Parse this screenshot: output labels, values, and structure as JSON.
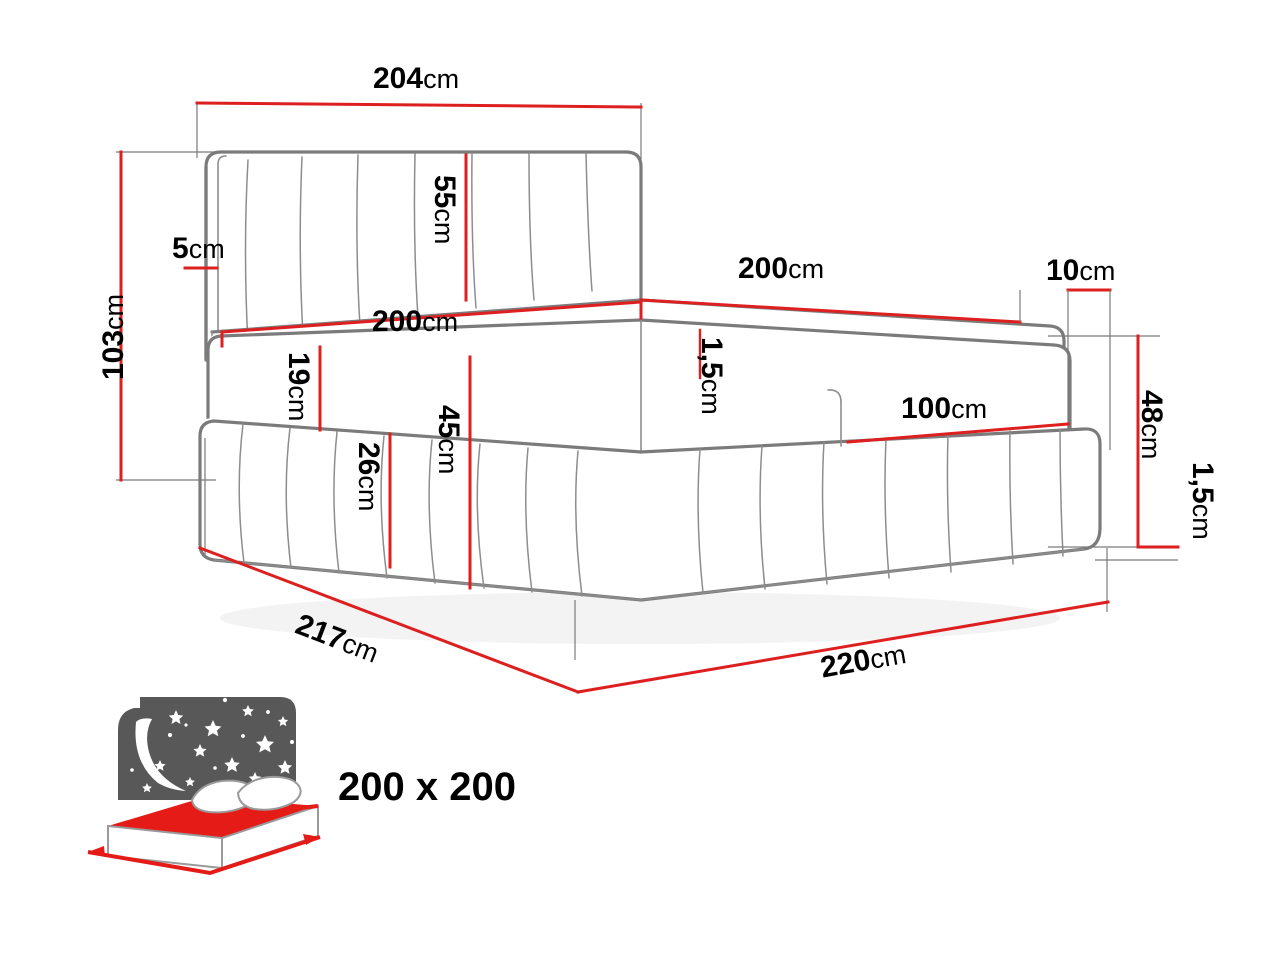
{
  "diagram": {
    "type": "furniture-dimension-drawing",
    "subject": "upholstered box-spring bed with headboard",
    "unit_suffix": "cm",
    "colors": {
      "dimension_red": "#dd1f1f",
      "outline_gray": "#7b7b7b",
      "text_black": "#111111",
      "icon_sky_gray": "#585858",
      "icon_mattress_red": "#e41b17",
      "size_label_gray": "#5a5a5a"
    }
  },
  "dimensions": {
    "headboard_width": {
      "num": "204",
      "unit": "cm"
    },
    "headboard_height": {
      "num": "55",
      "unit": "cm"
    },
    "headboard_thickness": {
      "num": "5",
      "unit": "cm"
    },
    "total_height": {
      "num": "103",
      "unit": "cm"
    },
    "mattress_length": {
      "num": "200",
      "unit": "cm"
    },
    "mattress_width": {
      "num": "200",
      "unit": "cm"
    },
    "topper_thickness": {
      "num": "1,5",
      "unit": "cm"
    },
    "side_overhang": {
      "num": "10",
      "unit": "cm"
    },
    "mattress_height": {
      "num": "19",
      "unit": "cm"
    },
    "base_height": {
      "num": "26",
      "unit": "cm"
    },
    "combined_height": {
      "num": "45",
      "unit": "cm"
    },
    "base_depth": {
      "num": "100",
      "unit": "cm"
    },
    "base_total_height": {
      "num": "48",
      "unit": "cm"
    },
    "foot_height": {
      "num": "1,5",
      "unit": "cm"
    },
    "bed_depth": {
      "num": "217",
      "unit": "cm"
    },
    "bed_width": {
      "num": "220",
      "unit": "cm"
    }
  },
  "mattress_icon": {
    "size_label": "200 x 200",
    "alt": "night sky with moon and stars above a red mattress with two pillows"
  }
}
